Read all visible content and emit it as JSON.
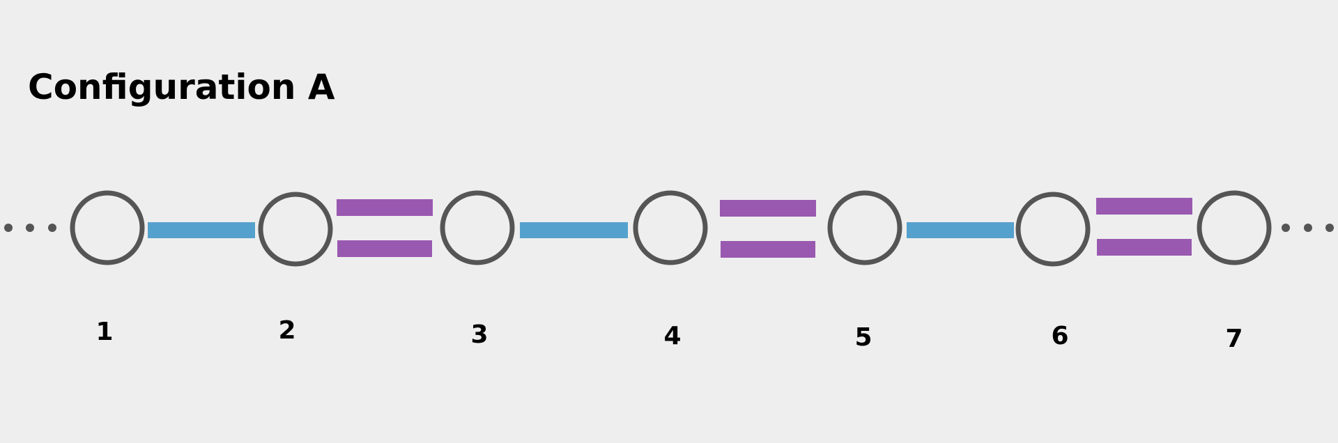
{
  "title": "Configuration A",
  "colors": {
    "background": "#eeeeee",
    "node_stroke": "#555555",
    "single_bond": "#55a1cd",
    "double_bond": "#9959b0",
    "ellipsis_dot": "#555555"
  },
  "nodes": [
    {
      "label": "1"
    },
    {
      "label": "2"
    },
    {
      "label": "3"
    },
    {
      "label": "4"
    },
    {
      "label": "5"
    },
    {
      "label": "6"
    },
    {
      "label": "7"
    }
  ],
  "bonds": [
    {
      "from": "1",
      "to": "2",
      "type": "single"
    },
    {
      "from": "2",
      "to": "3",
      "type": "double"
    },
    {
      "from": "3",
      "to": "4",
      "type": "single"
    },
    {
      "from": "4",
      "to": "5",
      "type": "double"
    },
    {
      "from": "5",
      "to": "6",
      "type": "single"
    },
    {
      "from": "6",
      "to": "7",
      "type": "double"
    }
  ],
  "chain_continues_left": true,
  "chain_continues_right": true
}
